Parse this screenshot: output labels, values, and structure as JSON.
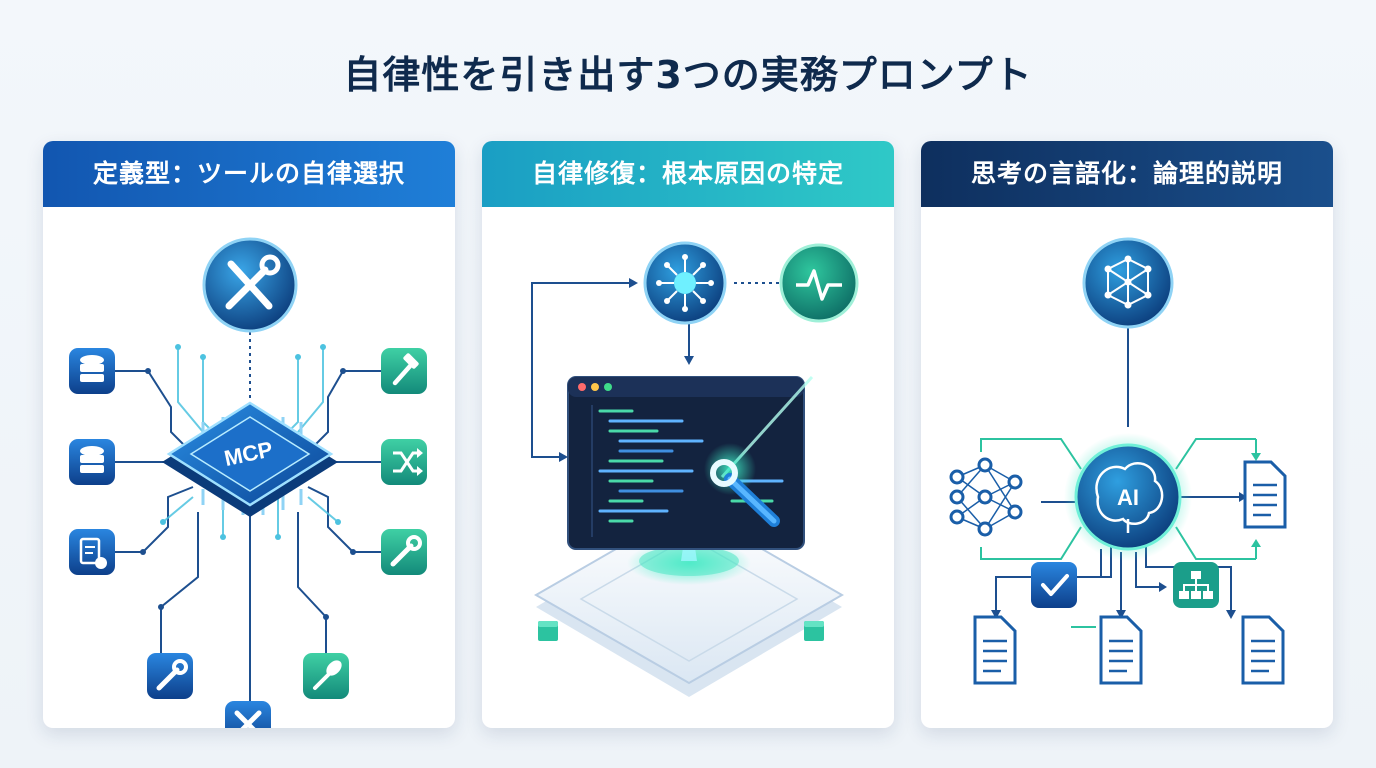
{
  "title": "自律性を引き出す3つの実務プロンプト",
  "panels": [
    {
      "header": "定義型：ツールの自律選択",
      "center_chip": "MCP",
      "icons": [
        "wrench-screwdriver-icon",
        "database-icon",
        "database-icon",
        "document-icon",
        "wrench-icon",
        "tools-cross-icon",
        "hammer-icon",
        "shuffle-icon",
        "wrench-icon",
        "microphone-icon"
      ]
    },
    {
      "header": "自律修復：根本原因の特定",
      "icons": [
        "network-node-icon",
        "pulse-monitor-icon",
        "code-editor-window",
        "wrench-icon"
      ]
    },
    {
      "header": "思考の言語化：論理的説明",
      "center_label": "AI",
      "icons": [
        "neural-network-icon",
        "neural-network-icon",
        "brain-icon",
        "document-icon",
        "checkmark-icon",
        "hierarchy-icon"
      ]
    }
  ],
  "colors": {
    "title": "#0f2a4d",
    "blue": "#1256b0",
    "teal": "#2fc9c7",
    "navy": "#0e2f5e",
    "green": "#21b39a"
  }
}
